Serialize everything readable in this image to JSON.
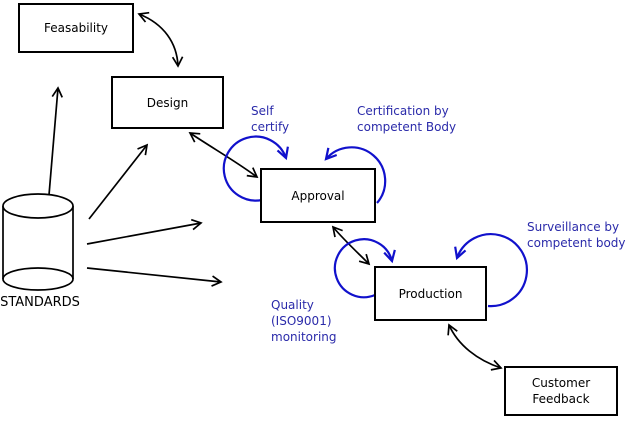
{
  "diagram": {
    "nodes": [
      {
        "id": "feasability",
        "label": "Feasability",
        "shape": "box"
      },
      {
        "id": "design",
        "label": "Design",
        "shape": "box"
      },
      {
        "id": "approval",
        "label": "Approval",
        "shape": "box"
      },
      {
        "id": "production",
        "label": "Production",
        "shape": "box"
      },
      {
        "id": "customer-feedback",
        "label": "Customer\nFeedback",
        "shape": "box"
      },
      {
        "id": "standards",
        "label": "STANDARDS",
        "shape": "cylinder"
      }
    ],
    "edges": [
      {
        "from": "Feasability",
        "to": "Design",
        "bidirectional": true
      },
      {
        "from": "STANDARDS",
        "to": "Feasability",
        "bidirectional": false
      },
      {
        "from": "STANDARDS",
        "to": "Design",
        "bidirectional": false
      },
      {
        "from": "STANDARDS",
        "to": "Approval",
        "bidirectional": false
      },
      {
        "from": "STANDARDS",
        "to": "Production",
        "bidirectional": false
      },
      {
        "from": "Design",
        "to": "Approval",
        "bidirectional": true
      },
      {
        "from": "Approval",
        "to": "Production",
        "bidirectional": true
      },
      {
        "from": "Production",
        "to": "Customer Feedback",
        "bidirectional": true
      }
    ],
    "loops": [
      {
        "on": "approval",
        "side": "left",
        "label": "Self\ncertify"
      },
      {
        "on": "approval",
        "side": "right",
        "label": "Certification by\ncompetent Body"
      },
      {
        "on": "production",
        "side": "left",
        "label": "Quality\n(ISO9001)\nmonitoring"
      },
      {
        "on": "production",
        "side": "right",
        "label": "Surveillance by\ncompetent body"
      }
    ],
    "colors": {
      "line": "#000000",
      "loop": "#1111cc",
      "annotation_text": "#2b2baa",
      "node_border": "#000000",
      "node_fill": "#ffffff",
      "background": "#ffffff"
    }
  }
}
